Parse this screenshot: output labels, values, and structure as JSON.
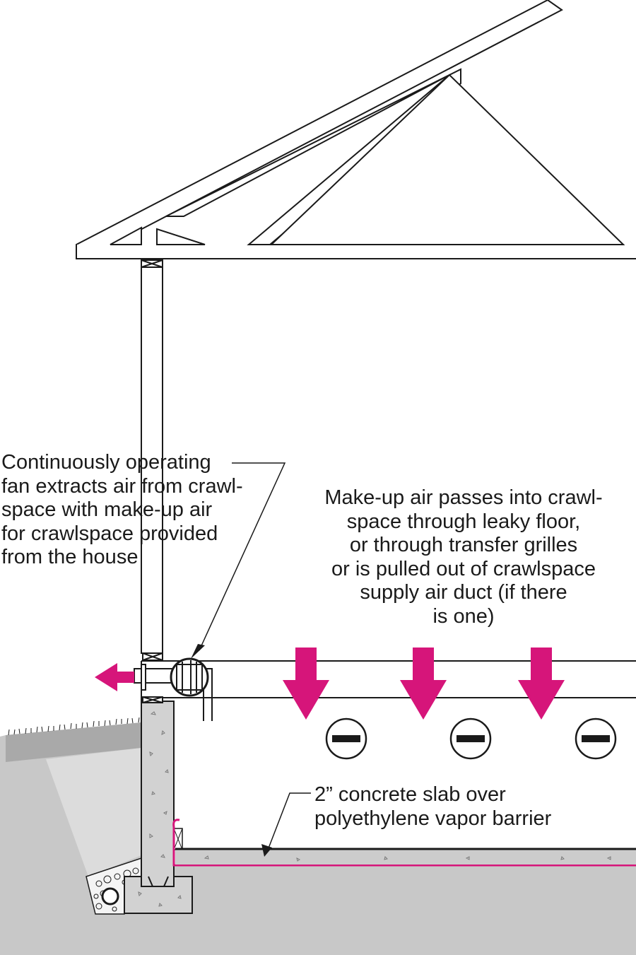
{
  "annotations": {
    "fan_note": "Continuously operating\nfan extracts air from crawl-\nspace with make-up air\nfor crawlspace provided\nfrom the house",
    "makeup_note": "Make-up air passes into crawl-\nspace through leaky floor,\nor through transfer grilles\nor is pulled out of crawlspace\nsupply air duct (if there\nis one)",
    "slab_note": "2” concrete slab over\npolyethylene vapor barrier"
  },
  "pressure_symbols": [
    "negative-pressure",
    "negative-pressure",
    "negative-pressure"
  ],
  "colors": {
    "airflow": "#d6157a",
    "line": "#1a1a1a",
    "ground": "#c8c8c8",
    "ground_light": "#dcdcdc",
    "concrete": "#d2d2d2",
    "slab": "#cccccc"
  }
}
